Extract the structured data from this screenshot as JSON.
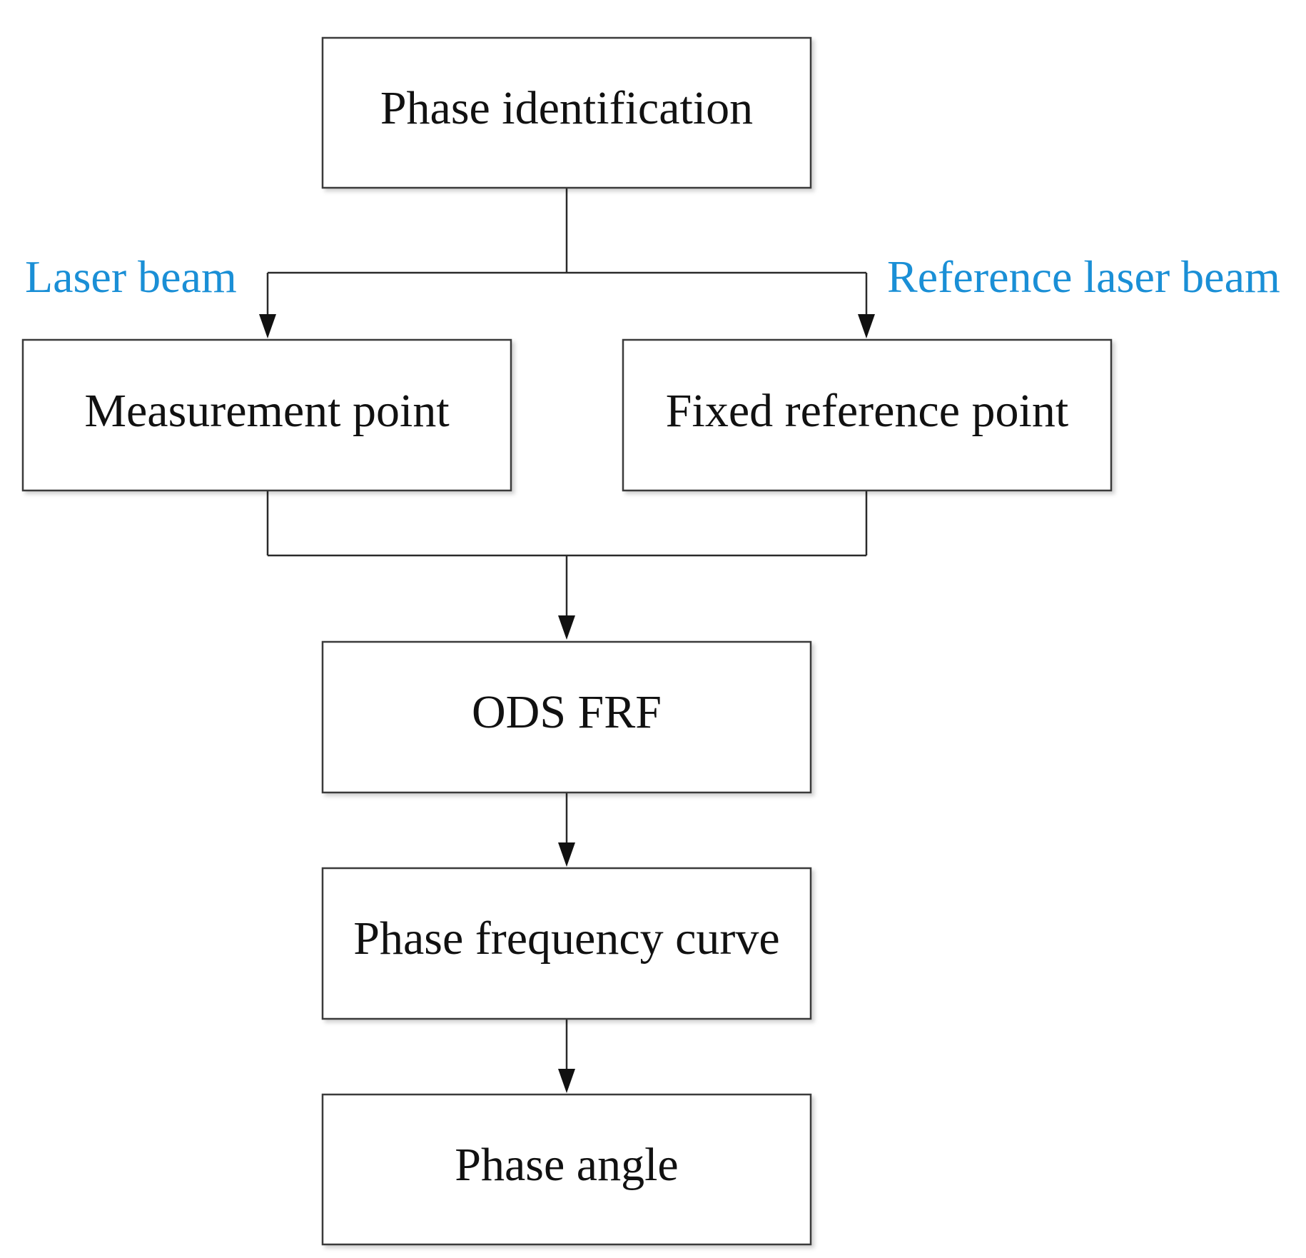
{
  "colors": {
    "box_border": "#3a3a3a",
    "connector": "#2a2a2a",
    "node_text": "#111111",
    "beam_label": "#1a8fd6"
  },
  "nodes": {
    "phase_identification": "Phase identification",
    "measurement_point": "Measurement point",
    "fixed_reference_point": "Fixed reference point",
    "ods_frf": "ODS FRF",
    "phase_frequency_curve": "Phase frequency curve",
    "phase_angle": "Phase angle"
  },
  "edge_labels": {
    "laser_beam": "Laser beam",
    "reference_laser_beam": "Reference laser beam"
  }
}
